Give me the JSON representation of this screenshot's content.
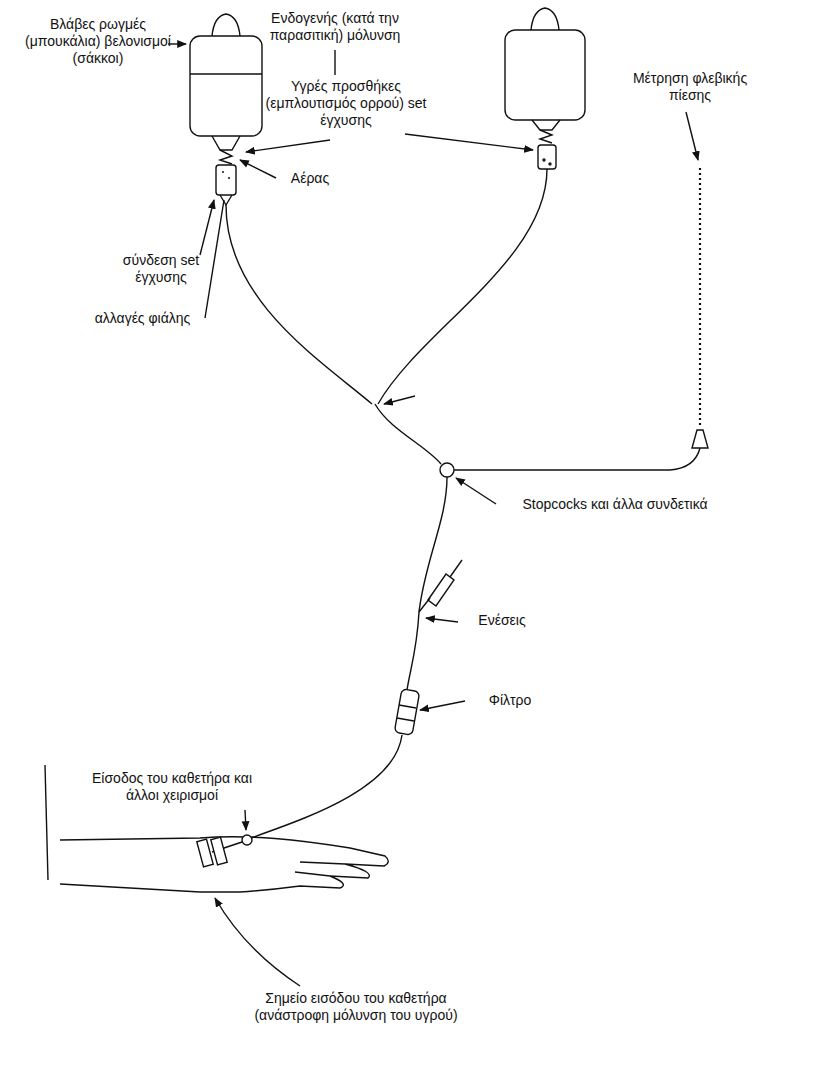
{
  "diagram": {
    "labels": [
      "Βλάβες ρωγμές (μπουκάλια) βελονισμοί (σάκκοι)",
      "Ενδογενής (κατά την παρασιτική) μόλυνση",
      "Υγρές προσθήκες (εμπλουτισμός ορρού) set έγχυσης",
      "Μέτρηση φλεβικής πίεσης",
      "Αέρας",
      "σύνδεση set έγχυσης",
      "αλλαγές φιάλης",
      "Stopcocks και άλλα συνδετικά",
      "Ενέσεις",
      "Είσοδος του καθετήρα και άλλοι χειρισμοί",
      "Φίλτρο",
      "Σημείο εισόδου του καθετήρα (ανάστροφη μόλυνση του υγρού)"
    ]
  }
}
